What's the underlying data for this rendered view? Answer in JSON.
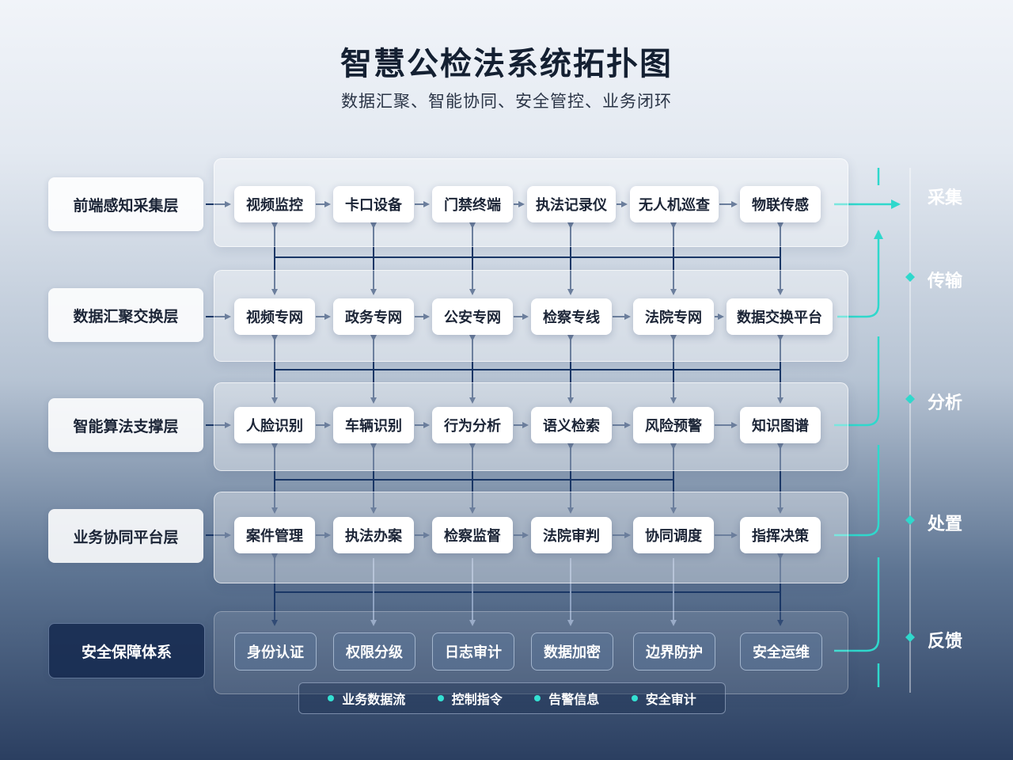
{
  "header": {
    "title": "智慧公检法系统拓扑图",
    "subtitle": "数据汇聚、智能协同、安全管控、业务闭环"
  },
  "layers": [
    {
      "label": "前端感知采集层",
      "nodes": [
        "视频监控",
        "卡口设备",
        "门禁终端",
        "执法记录仪",
        "无人机巡查",
        "物联传感"
      ]
    },
    {
      "label": "数据汇聚交换层",
      "nodes": [
        "视频专网",
        "政务专网",
        "公安专网",
        "检察专线",
        "法院专网",
        "数据交换平台"
      ]
    },
    {
      "label": "智能算法支撑层",
      "nodes": [
        "人脸识别",
        "车辆识别",
        "行为分析",
        "语义检索",
        "风险预警",
        "知识图谱"
      ]
    },
    {
      "label": "业务协同平台层",
      "nodes": [
        "案件管理",
        "执法办案",
        "检察监督",
        "法院审判",
        "协同调度",
        "指挥决策"
      ]
    },
    {
      "label": "安全保障体系",
      "nodes": [
        "身份认证",
        "权限分级",
        "日志审计",
        "数据加密",
        "边界防护",
        "安全运维"
      ]
    }
  ],
  "stages": [
    "采集",
    "传输",
    "分析",
    "处置",
    "反馈"
  ],
  "legend": [
    "业务数据流",
    "控制指令",
    "告警信息",
    "安全审计"
  ],
  "colors": {
    "flow_line": "#1a3766",
    "accent": "#2fd8cc",
    "security_line": "#8fa3c2"
  }
}
